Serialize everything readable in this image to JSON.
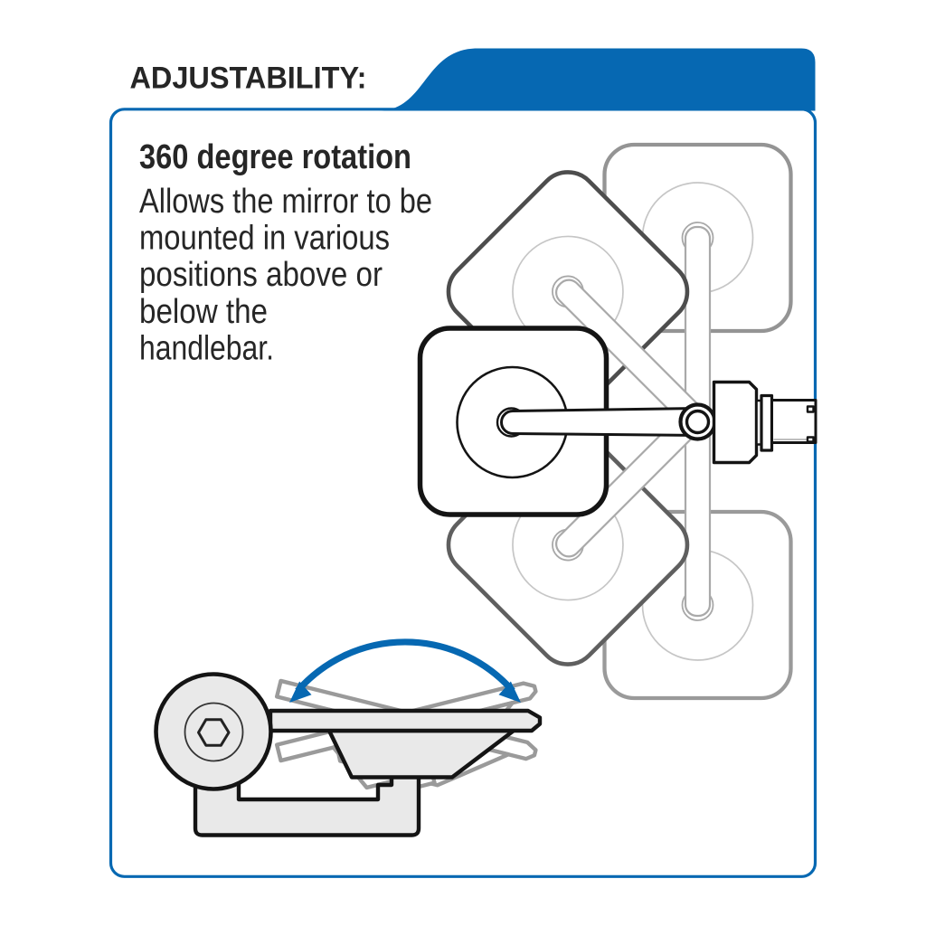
{
  "header": {
    "title": "ADJUSTABILITY:"
  },
  "panel": {
    "heading": "360 degree rotation",
    "body_lines": [
      "Allows the mirror to be",
      "mounted in various",
      "positions above or",
      "below the",
      "handlebar."
    ]
  },
  "colors": {
    "accent": "#0668b2",
    "ink": "#262626",
    "line": "#141414",
    "ghost_dark": "#4d4d4d",
    "ghost_mid": "#5f5f5f",
    "ghost_light": "#949494",
    "ghost_lighter": "#9a9a9a",
    "faint": "#c6c6c6",
    "arm_gray": "#a9a9a9",
    "ring_gray": "#a8a8a8",
    "side_ghost": "#9a9a9a",
    "light_fill": "#e9e9e9"
  }
}
